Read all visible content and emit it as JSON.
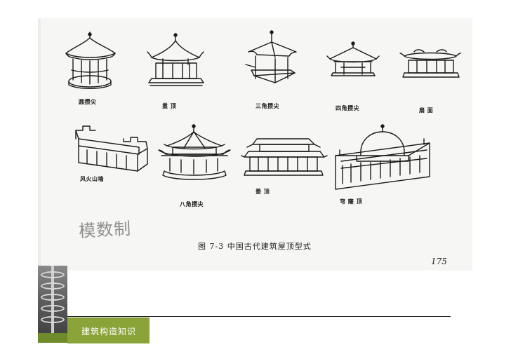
{
  "figure": {
    "row1": [
      {
        "name": "pavilion-round",
        "caption": "圆攒尖"
      },
      {
        "name": "pavilion-luding",
        "caption": "盝 顶"
      },
      {
        "name": "pavilion-triangular",
        "caption": "三角攒尖"
      },
      {
        "name": "pavilion-square",
        "caption": "四角攒尖"
      },
      {
        "name": "pavilion-flat",
        "caption": "扇 面"
      }
    ],
    "row2": [
      {
        "name": "hall-fenghuo",
        "caption": "风火山墙"
      },
      {
        "name": "pavilion-octagonal",
        "caption": "八角攒尖"
      },
      {
        "name": "hall-luding",
        "caption": "盝 顶"
      },
      {
        "name": "mosque-dome",
        "caption": "穹 窿 顶"
      }
    ],
    "title": "图 7-3   中国古代建筑屋顶型式",
    "page_number": "175",
    "handwriting": "模数制"
  },
  "footer": {
    "brand_label": "建筑构造知识",
    "brand_color": "#8ba43a"
  }
}
